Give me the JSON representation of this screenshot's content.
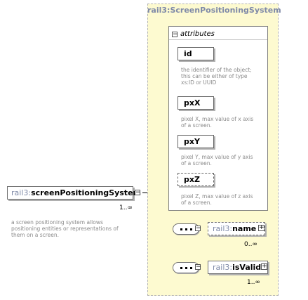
{
  "type": {
    "name_ns": "rail3:",
    "name": "ScreenPositioningSystem"
  },
  "attributes_group": {
    "label": "attributes",
    "items": [
      {
        "name": "id",
        "desc": [
          "the identifier of the object;",
          "this can be either of type",
          "xs:ID or UUID"
        ]
      },
      {
        "name": "pxX",
        "desc": [
          "pixel X, max value of x axis",
          "of a screen."
        ]
      },
      {
        "name": "pxY",
        "desc": [
          "pixel Y, max value of y axis",
          "of a screen."
        ]
      },
      {
        "name": "pxZ",
        "desc": [
          "pixel Z, max value of z axis",
          "of a screen."
        ]
      }
    ]
  },
  "root_element": {
    "ns": "rail3:",
    "name": "screenPositioningSystem",
    "cardinality": "1..∞",
    "desc": [
      "a screen positioning system allows",
      "positioning entities or representations of",
      "them on a screen."
    ]
  },
  "child_elements": [
    {
      "ns": "rail3:",
      "name": "name",
      "cardinality": "0..∞"
    },
    {
      "ns": "rail3:",
      "name": "isValid",
      "cardinality": "1..∞"
    }
  ]
}
